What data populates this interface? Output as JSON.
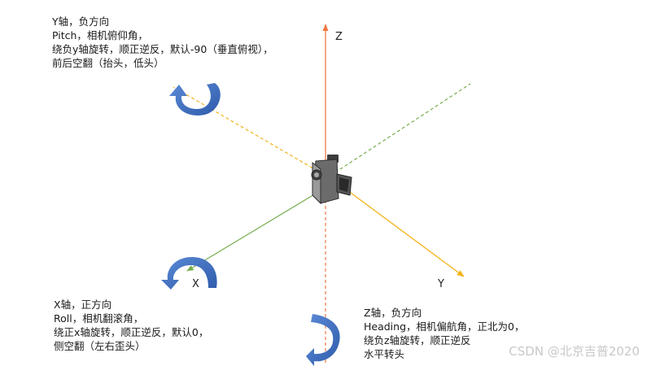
{
  "axes": {
    "z_label": "Z",
    "x_label": "X",
    "y_label": "Y"
  },
  "notes": {
    "y_axis": [
      "Y轴，负方向",
      "Pitch，相机俯仰角，",
      "绕负y轴旋转，顺正逆反，默认-90（垂直俯视），",
      "前后空翻（抬头，低头）"
    ],
    "x_axis": [
      "X轴，正方向",
      "Roll，相机翻滚角，",
      "绕正x轴旋转，顺正逆反，默认0，",
      "侧空翻（左右歪头）"
    ],
    "z_axis": [
      "Z轴，负方向",
      "Heading，相机偏航角，正北为0，",
      "绕负z轴旋转，顺正逆反",
      "水平转头"
    ]
  },
  "watermark": "CSDN @北京吉普2020",
  "colors": {
    "z_axis": "#f07a45",
    "y_axis": "#f2b21a",
    "x_axis": "#74ad4d",
    "rotation_arrow": "#4472c4",
    "camera": "#555555"
  },
  "icons": {
    "camera": "video-camera-icon",
    "rotation": "curved-rotation-arrow-icon"
  }
}
